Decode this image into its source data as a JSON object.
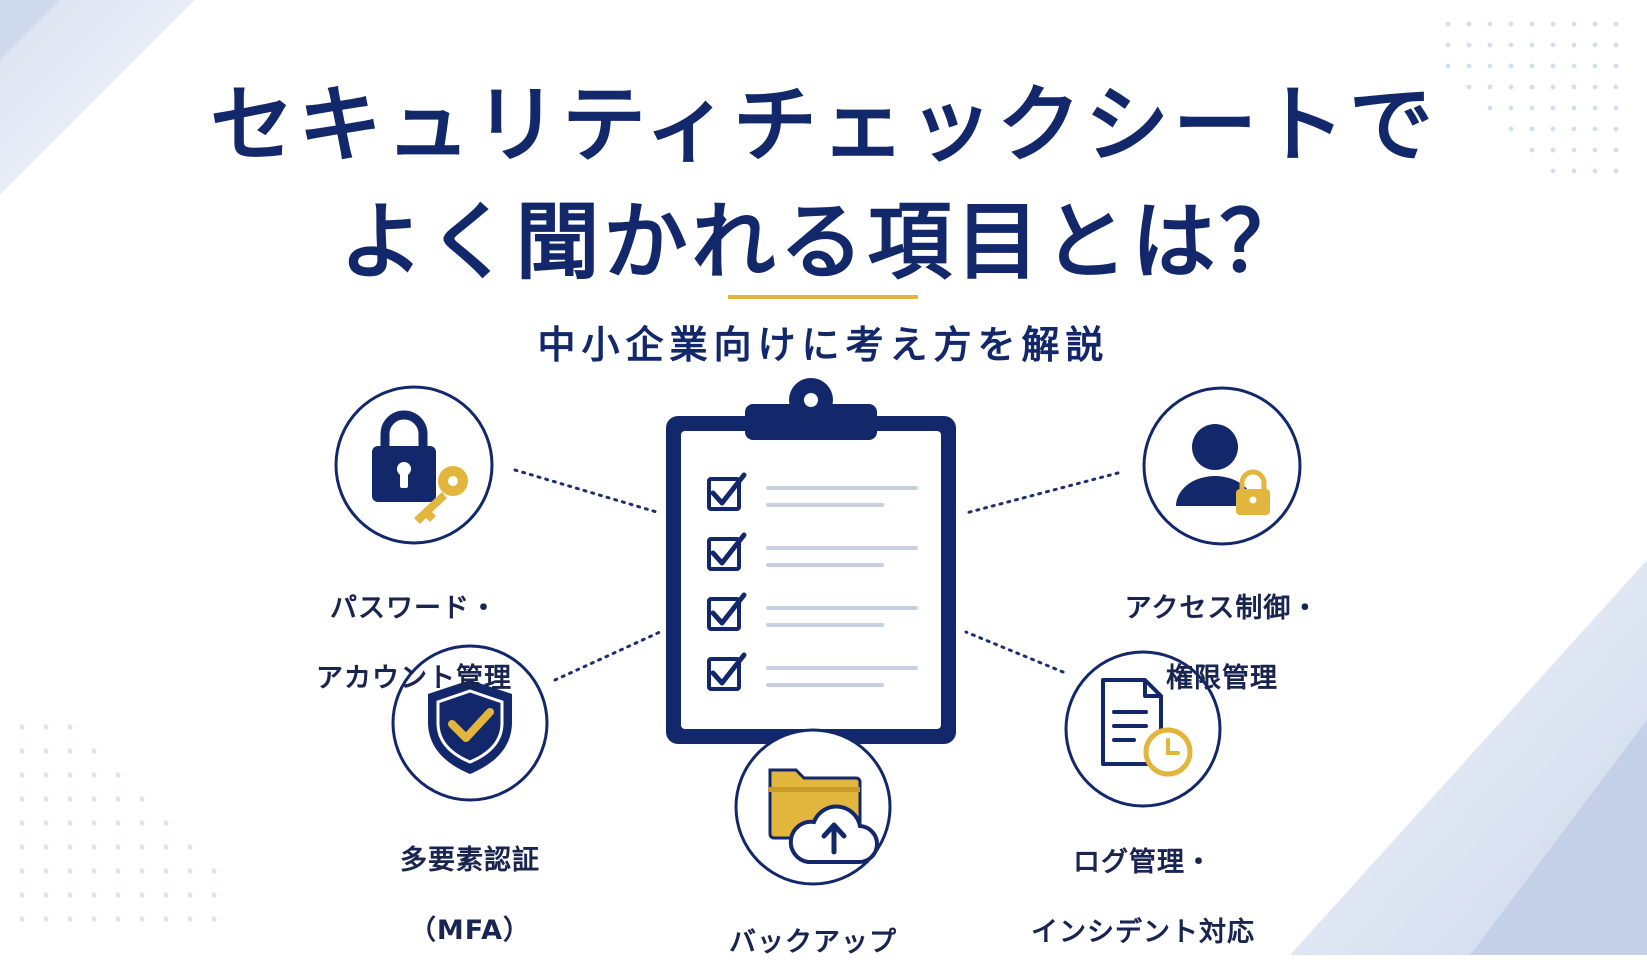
{
  "header": {
    "title_line1": "セキュリティチェックシートで",
    "title_line2": "よく聞かれる項目とは？",
    "subtitle": "中小企業向けに考え方を解説"
  },
  "items": {
    "password": {
      "line1": "パスワード・",
      "line2": "アカウント管理",
      "icon": "lock-key-icon"
    },
    "mfa": {
      "line1": "多要素認証",
      "line2": "（MFA）",
      "icon": "shield-check-icon"
    },
    "backup": {
      "line1": "バックアップ",
      "icon": "folder-cloud-upload-icon"
    },
    "access": {
      "line1": "アクセス制御・",
      "line2": "権限管理",
      "icon": "user-lock-icon"
    },
    "log": {
      "line1": "ログ管理・",
      "line2": "インシデント対応",
      "icon": "document-clock-icon"
    }
  },
  "center": {
    "icon": "clipboard-checklist-icon"
  },
  "colors": {
    "navy": "#13286b",
    "gold": "#e2b53c",
    "line_gray": "#c7cfe0",
    "accent_blue": "#dfe6f3"
  }
}
